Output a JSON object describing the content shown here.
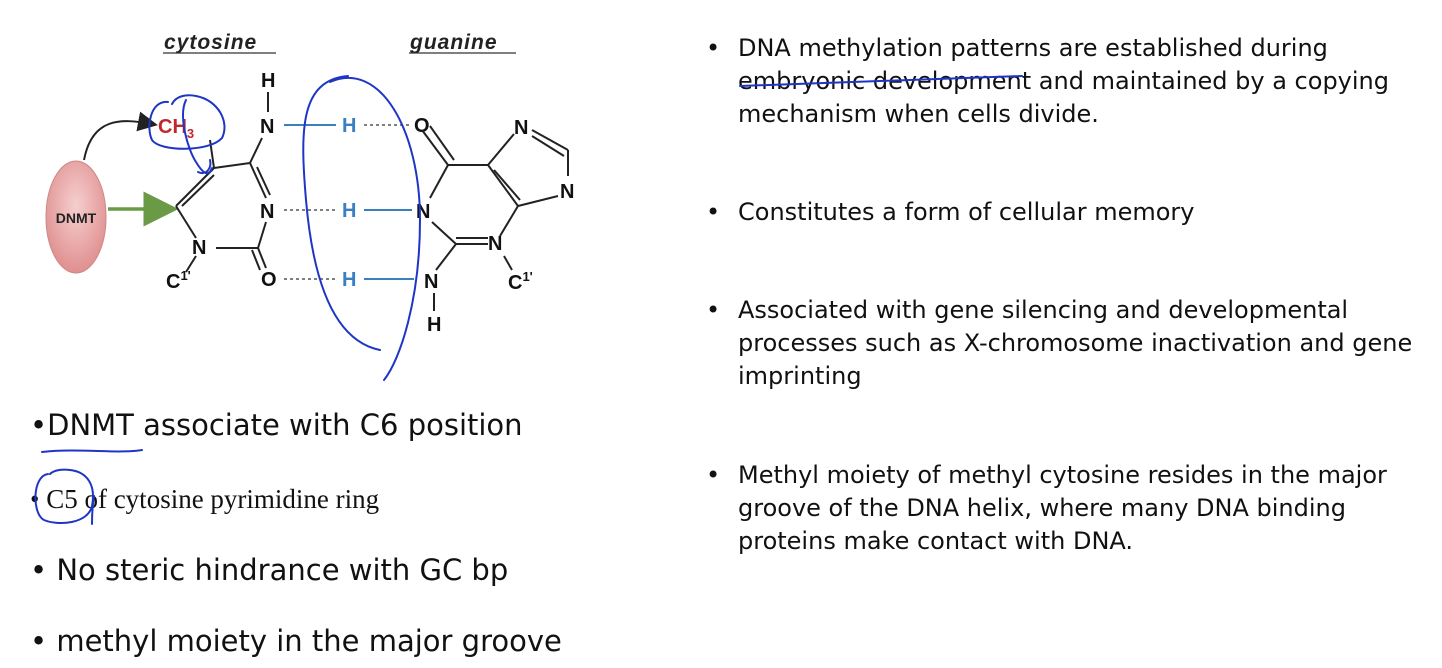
{
  "diagram": {
    "header_left": "cytosine",
    "header_right": "guanine",
    "enzyme_label": "DNMT",
    "atoms": {
      "n": "N",
      "h": "H",
      "o": "O",
      "c1": "C",
      "prime": "1'",
      "ch": "CH",
      "sub3": "3"
    }
  },
  "left_bullets": [
    {
      "marker": "•",
      "text_a": "DNMT",
      "text_b": " associate with C6 position"
    },
    {
      "marker": "•",
      "text": "C5 of cytosine pyrimidine ring"
    },
    {
      "marker": "•",
      "text": "No steric hindrance with GC bp"
    },
    {
      "marker": "•",
      "text": "methyl moiety in the major groove"
    }
  ],
  "right_bullets": [
    {
      "marker": "•",
      "text": "DNA methylation patterns are established during embryonic development and maintained by a copying mechanism when cells divide."
    },
    {
      "marker": "•",
      "text": "Constitutes a form of cellular memory"
    },
    {
      "marker": "•",
      "text": "Associated with gene silencing and developmental processes such as X-chromosome inactivation and gene imprinting"
    },
    {
      "marker": "•",
      "text": "Methyl moiety of methyl cytosine resides in the major groove of the DNA helix, where many DNA binding proteins make contact with DNA."
    }
  ]
}
